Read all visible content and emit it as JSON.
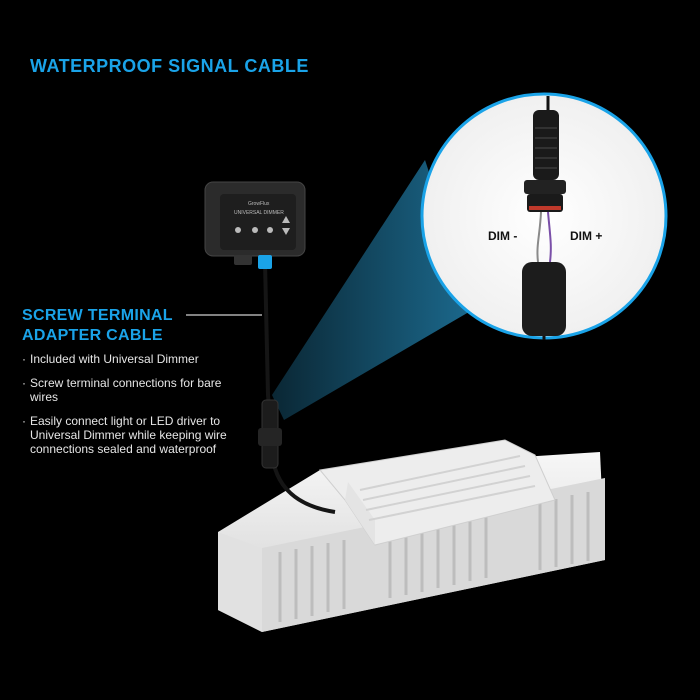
{
  "title": "WATERPROOF SIGNAL CABLE",
  "adapter": {
    "title_line1": "SCREW TERMINAL",
    "title_line2": "ADAPTER CABLE",
    "bullets": [
      "Included with Universal Dimmer",
      "Screw terminal connections for bare wires",
      "Easily connect light or LED driver to Universal Dimmer while keeping wire connections sealed and waterproof"
    ]
  },
  "dimmer": {
    "brand": "GrowFlux",
    "label": "UNIVERSAL DIMMER"
  },
  "zoom": {
    "dim_minus": "DIM -",
    "dim_plus": "DIM +"
  },
  "colors": {
    "accent": "#1aa3e8",
    "background": "#000000",
    "beam": "#1d6f95"
  }
}
